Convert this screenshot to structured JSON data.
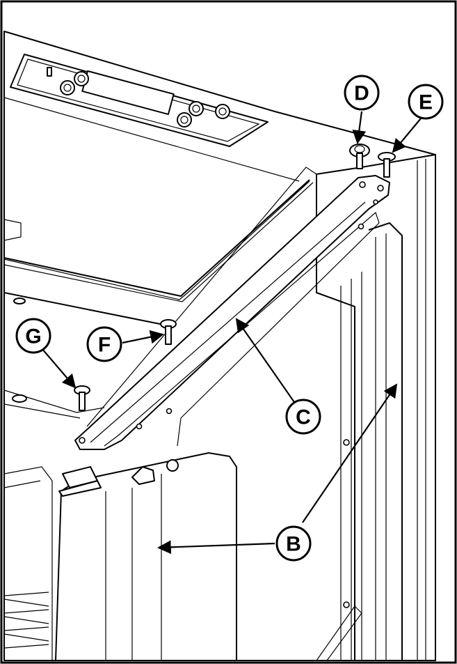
{
  "callouts": [
    {
      "id": "B",
      "label": "B"
    },
    {
      "id": "C",
      "label": "C"
    },
    {
      "id": "D",
      "label": "D"
    },
    {
      "id": "E",
      "label": "E"
    },
    {
      "id": "F",
      "label": "F"
    },
    {
      "id": "G",
      "label": "G"
    }
  ],
  "colors": {
    "line": "#000000",
    "background": "#ffffff"
  }
}
